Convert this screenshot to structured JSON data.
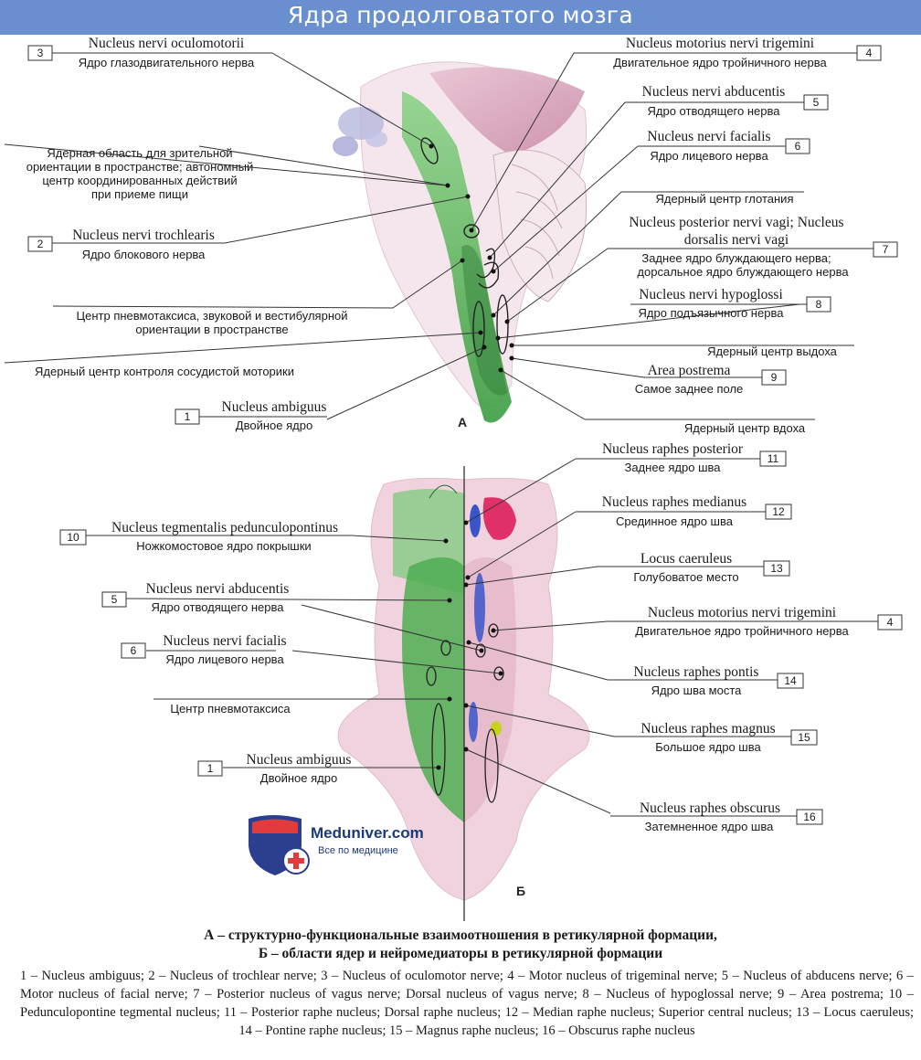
{
  "title": "Ядра продолговатого мозга",
  "panel_a_letter": "А",
  "panel_b_letter": "Б",
  "colors": {
    "title_bar": "#6a8fcf",
    "nucleus_area": "#5bc25b",
    "brain_tissue": "#d9a0bb",
    "raphe_blue": "#3a55c9"
  },
  "labels_a": [
    {
      "num": "3",
      "lat": "Nucleus nervi oculomotorii",
      "rus": "Ядро глазодвигательного нерва"
    },
    {
      "num": "4",
      "lat": "Nucleus motorius nervi trigemini",
      "rus": "Двигательное ядро тройничного нерва"
    },
    {
      "num": "5",
      "lat": "Nucleus nervi abducentis",
      "rus": "Ядро отводящего нерва"
    },
    {
      "num": "6",
      "lat": "Nucleus nervi facialis",
      "rus": "Ядро лицевого нерва"
    },
    {
      "num": "2",
      "lat": "Nucleus nervi trochlearis",
      "rus": "Ядро блокового нерва"
    },
    {
      "num": "7",
      "lat1": "Nucleus posterior nervi vagi; Nucleus",
      "lat2": "dorsalis nervi vagi",
      "rus1": "Заднее ядро блуждающего нерва;",
      "rus2": "дорсальное ядро блуждающего нерва"
    },
    {
      "num": "8",
      "lat": "Nucleus nervi hypoglossi",
      "rus": "Ядро подъязычного нерва"
    },
    {
      "num": "9",
      "lat": "Area postrema",
      "rus": "Самое заднее поле"
    },
    {
      "num": "1",
      "lat": "Nucleus ambiguus",
      "rus": "Двойное ядро"
    }
  ],
  "centers_a": {
    "visual": [
      "Ядерная область для зрительной",
      "ориентации в пространстве; автономный",
      "центр координированных действий",
      "при приеме пищи"
    ],
    "swallow": "Ядерный центр глотания",
    "pneumo": [
      "Центр пневмотаксиса, звуковой и вестибулярной",
      "ориентации в пространстве"
    ],
    "exhale": "Ядерный центр выдоха",
    "vasomotor": "Ядерный центр контроля сосудистой моторики",
    "inhale": "Ядерный центр вдоха"
  },
  "labels_b": [
    {
      "num": "11",
      "lat": "Nucleus raphes posterior",
      "rus": "Заднее ядро шва"
    },
    {
      "num": "12",
      "lat": "Nucleus raphes medianus",
      "rus": "Срединное ядро шва"
    },
    {
      "num": "10",
      "lat": "Nucleus tegmentalis pedunculopontinus",
      "rus": "Ножкомостовое ядро покрышки"
    },
    {
      "num": "13",
      "lat": "Locus caeruleus",
      "rus": "Голубоватое место"
    },
    {
      "num": "5",
      "lat": "Nucleus nervi abducentis",
      "rus": "Ядро отводящего нерва"
    },
    {
      "num": "4",
      "lat": "Nucleus motorius nervi trigemini",
      "rus": "Двигательное ядро тройничного нерва"
    },
    {
      "num": "6",
      "lat": "Nucleus nervi facialis",
      "rus": "Ядро лицевого нерва"
    },
    {
      "num": "14",
      "lat": "Nucleus raphes pontis",
      "rus": "Ядро шва моста"
    },
    {
      "num": "15",
      "lat": "Nucleus raphes magnus",
      "rus": "Большое ядро шва"
    },
    {
      "num": "1",
      "lat": "Nucleus ambiguus",
      "rus": "Двойное ядро"
    },
    {
      "num": "16",
      "lat": "Nucleus raphes obscurus",
      "rus": "Затемненное ядро шва"
    }
  ],
  "center_b": "Центр пневмотаксиса",
  "logo": {
    "brand": "Meduniver.com",
    "slogan": "Все по медицине"
  },
  "caption": {
    "line1": "А – структурно-функциональные взаимоотношения в ретикулярной формации,",
    "line2": "Б – области ядер и нейромедиаторы в ретикулярной формации"
  },
  "legend": "1 – Nucleus ambiguus; 2 – Nucleus of trochlear nerve; 3 – Nucleus of oculomotor nerve; 4 – Motor nucleus of trigeminal nerve; 5 – Nucleus of abducens nerve; 6 – Motor nucleus of facial nerve; 7 – Posterior nucleus of vagus nerve; Dorsal nucleus of vagus nerve; 8 – Nucleus of hypoglossal nerve; 9 – Area postrema; 10 – Pedunculopontine tegmental nucleus; 11 – Posterior raphe nucleus; Dorsal raphe nucleus; 12 – Median raphe nucleus; Superior central nucleus; 13 – Locus caeruleus; 14 – Pontine raphe nucleus; 15 – Magnus raphe nucleus; 16 – Obscurus raphe nucleus"
}
